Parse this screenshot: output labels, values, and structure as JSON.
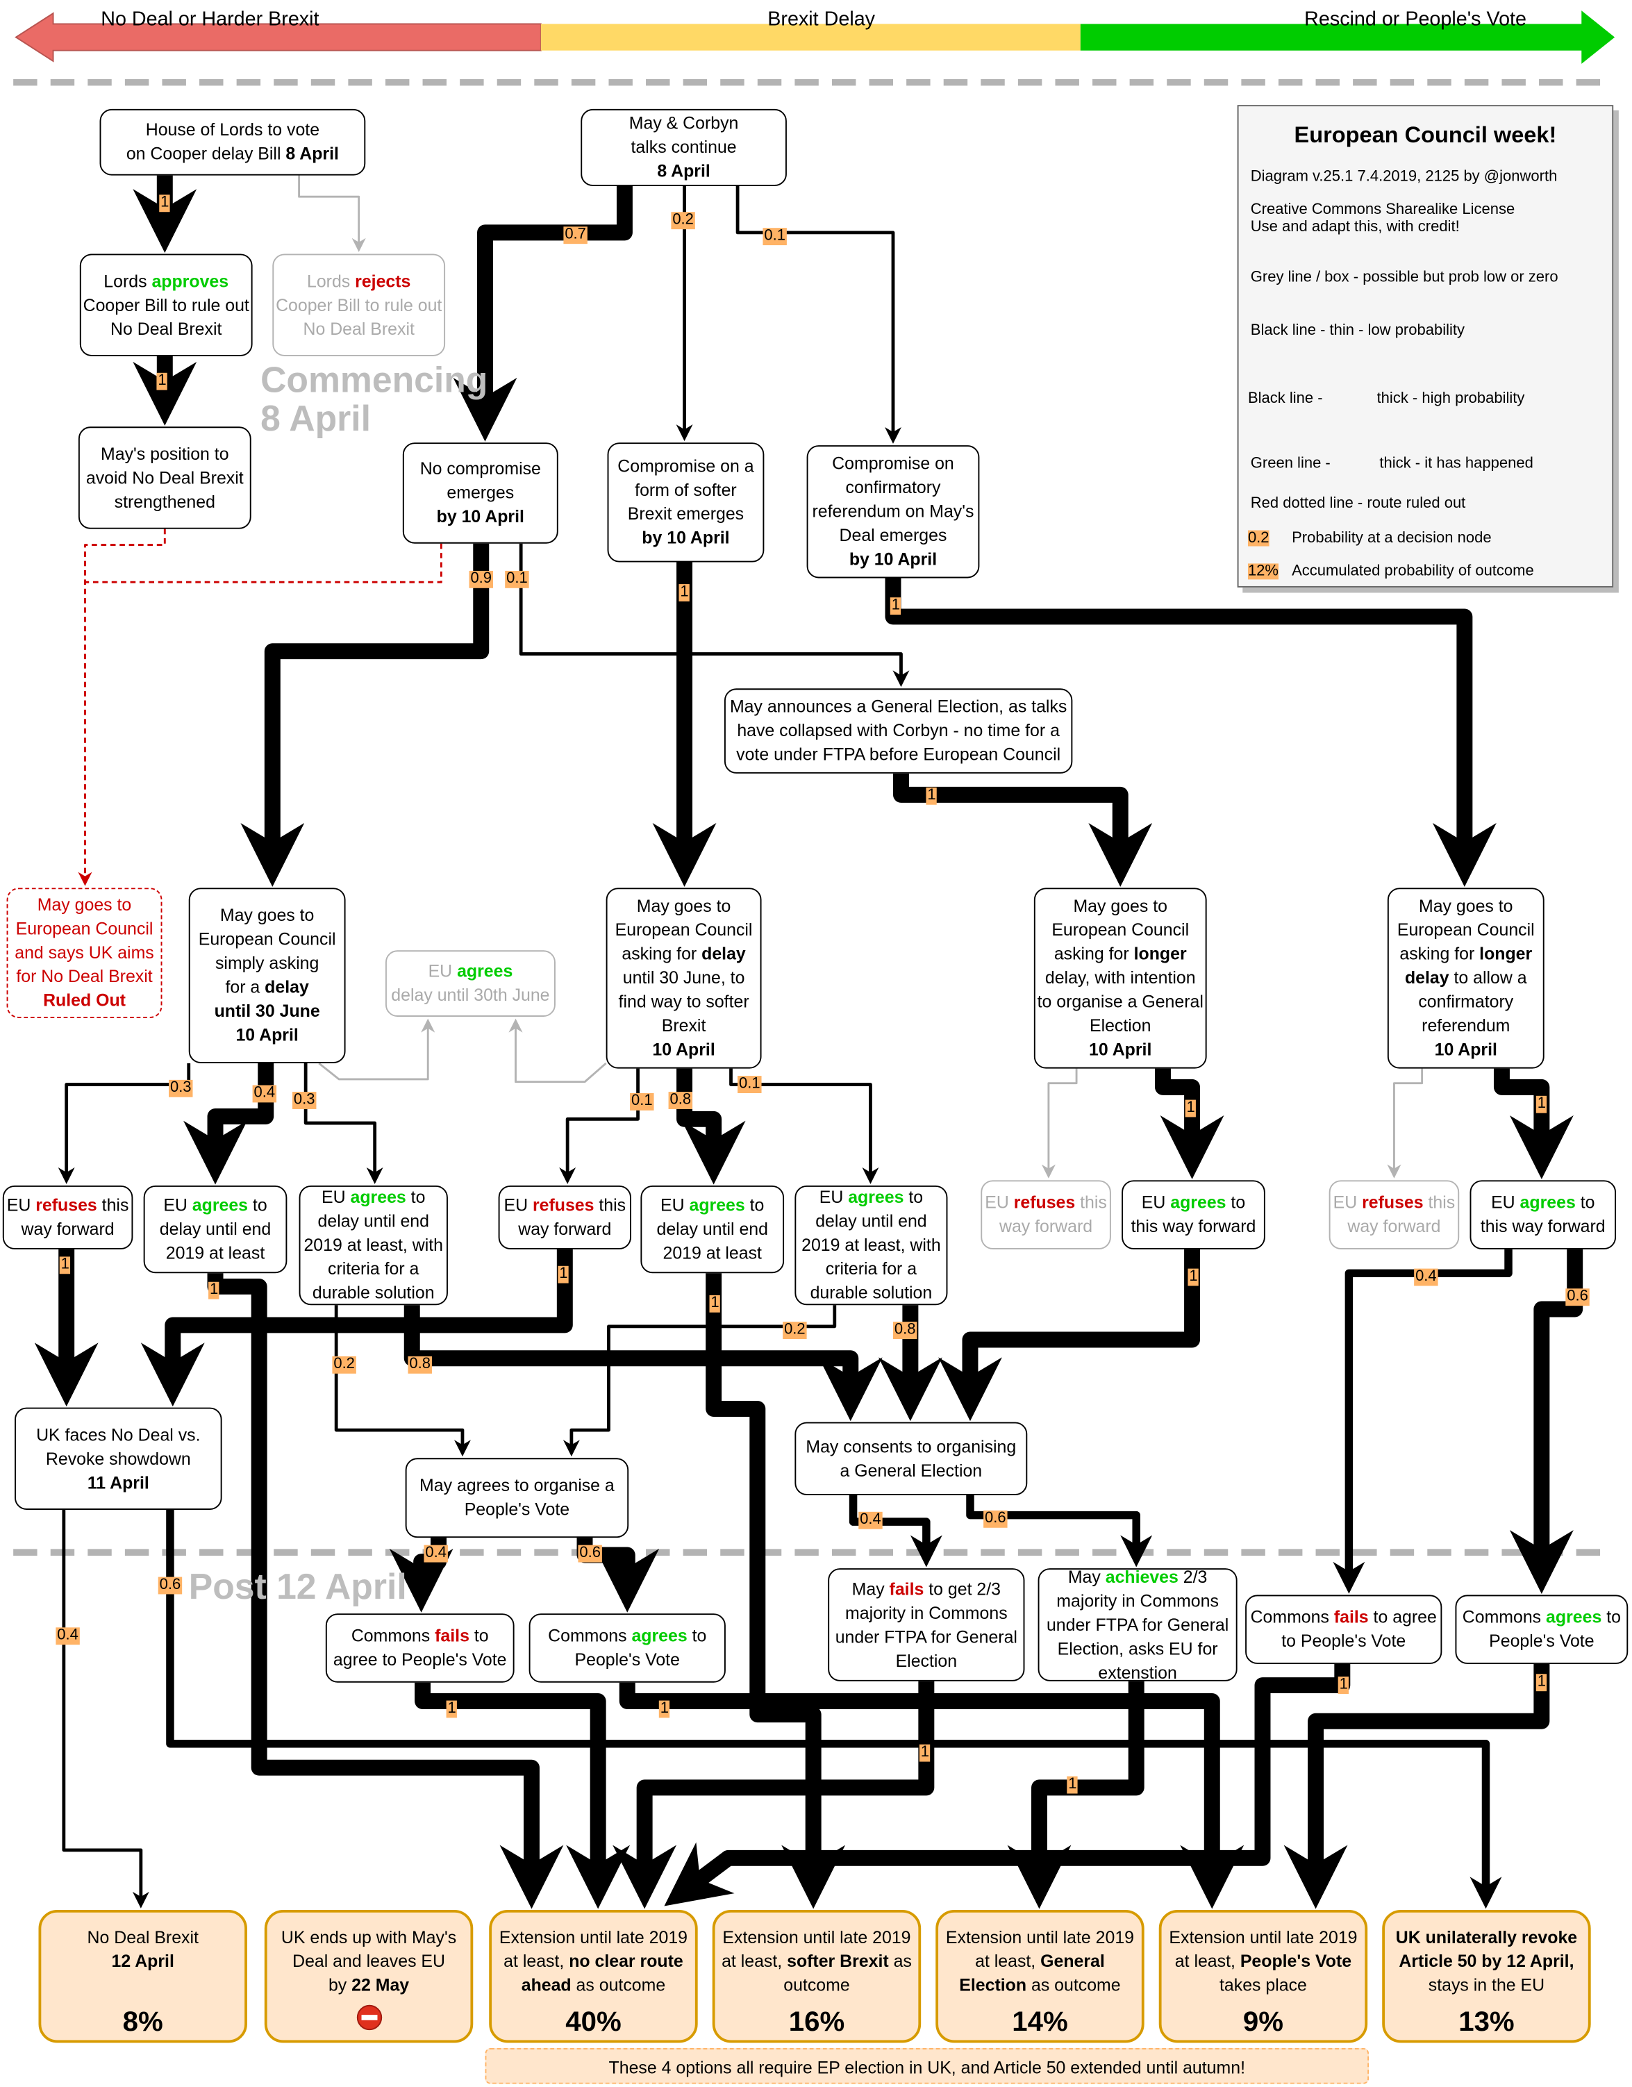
{
  "top_bar": {
    "labels": [
      "No Deal or Harder Brexit",
      "Brexit Delay",
      "Rescind or People's Vote"
    ],
    "colors": {
      "red": "#ea6b66",
      "yellow": "#ffd966",
      "green": "#00cc00"
    }
  },
  "watermarks": {
    "start": [
      "Commencing",
      "8 April"
    ],
    "post": "Post 12 April"
  },
  "legend": {
    "title": "European Council week!",
    "version": "Diagram v.25.1 7.4.2019, 2125 by @jonworth",
    "license": [
      "Creative Commons Sharealike License",
      "Use and adapt this, with credit!"
    ],
    "items": [
      "Grey line / box - possible but prob low or zero",
      "Black line - thin - low probability",
      "Black line -",
      "thick - high probability",
      "Green line -",
      "thick - it has happened",
      "Red dotted line - route ruled out"
    ],
    "prob_tag": "0.2",
    "prob_desc": "Probability at a decision node",
    "acc_tag": "12%",
    "acc_desc": "Accumulated probability of outcome"
  },
  "boxes": {
    "b1": [
      [
        [
          "House of Lords to vote",
          ""
        ]
      ],
      [
        [
          "on Cooper delay Bill ",
          ""
        ],
        [
          "8 April",
          "b"
        ]
      ]
    ],
    "b2": [
      [
        [
          "Lords ",
          ""
        ],
        [
          "approves",
          "g"
        ]
      ],
      [
        [
          "Cooper Bill to rule out",
          ""
        ]
      ],
      [
        [
          "No Deal Brexit",
          ""
        ]
      ]
    ],
    "b3": [
      [
        [
          "Lords ",
          ""
        ],
        [
          "rejects",
          "r"
        ]
      ],
      [
        [
          "Cooper Bill to rule out",
          ""
        ]
      ],
      [
        [
          "No Deal Brexit",
          ""
        ]
      ]
    ],
    "b4": [
      [
        [
          "May's position to",
          ""
        ]
      ],
      [
        [
          "avoid No Deal Brexit",
          ""
        ]
      ],
      [
        [
          "strengthened",
          ""
        ]
      ]
    ],
    "b5": [
      [
        [
          "May & Corbyn",
          ""
        ]
      ],
      [
        [
          "talks continue",
          ""
        ]
      ],
      [
        [
          "8 April",
          "b"
        ]
      ]
    ],
    "b6": [
      [
        [
          "No compromise",
          ""
        ]
      ],
      [
        [
          "emerges",
          ""
        ]
      ],
      [
        [
          "by 10 April",
          "b"
        ]
      ]
    ],
    "b7": [
      [
        [
          "Compromise on a",
          ""
        ]
      ],
      [
        [
          "form of softer",
          ""
        ]
      ],
      [
        [
          "Brexit emerges",
          ""
        ]
      ],
      [
        [
          "by 10 April",
          "b"
        ]
      ]
    ],
    "b8": [
      [
        [
          "Compromise on",
          ""
        ]
      ],
      [
        [
          "confirmatory",
          ""
        ]
      ],
      [
        [
          "referendum on May's",
          ""
        ]
      ],
      [
        [
          "Deal emerges",
          ""
        ]
      ],
      [
        [
          "by 10 April",
          "b"
        ]
      ]
    ],
    "b9": [
      [
        [
          "May announces a General Election, as talks",
          ""
        ]
      ],
      [
        [
          "have collapsed with Corbyn - no time for a",
          ""
        ]
      ],
      [
        [
          "vote under FTPA before European Council",
          ""
        ]
      ]
    ],
    "b10": [
      [
        [
          "May goes to",
          ""
        ]
      ],
      [
        [
          "European Council",
          ""
        ]
      ],
      [
        [
          "and says UK aims",
          ""
        ]
      ],
      [
        [
          "for No Deal Brexit",
          ""
        ]
      ],
      [
        [
          "Ruled Out",
          "b"
        ]
      ]
    ],
    "b11": [
      [
        [
          "May goes to",
          ""
        ]
      ],
      [
        [
          "European Council",
          ""
        ]
      ],
      [
        [
          "simply asking",
          ""
        ]
      ],
      [
        [
          "for a ",
          ""
        ],
        [
          "delay",
          "b"
        ]
      ],
      [
        [
          "until 30 June",
          "b"
        ]
      ],
      [
        [
          " ",
          ""
        ]
      ],
      [
        [
          "10 April",
          "b"
        ]
      ]
    ],
    "b12": [
      [
        [
          "EU ",
          ""
        ],
        [
          "agrees",
          "g"
        ]
      ],
      [
        [
          "delay until 30th June",
          ""
        ]
      ]
    ],
    "b13": [
      [
        [
          "May goes to",
          ""
        ]
      ],
      [
        [
          "European Council",
          ""
        ]
      ],
      [
        [
          "asking for ",
          ""
        ],
        [
          "delay",
          "b"
        ]
      ],
      [
        [
          "until 30 June",
          ""
        ],
        [
          ", to",
          ""
        ]
      ],
      [
        [
          "find way to softer",
          ""
        ]
      ],
      [
        [
          "Brexit",
          ""
        ]
      ],
      [
        [
          "10 April",
          "b"
        ]
      ]
    ],
    "b14": [
      [
        [
          "May goes to",
          ""
        ]
      ],
      [
        [
          "European Council",
          ""
        ]
      ],
      [
        [
          "asking for ",
          ""
        ],
        [
          "longer",
          "b"
        ]
      ],
      [
        [
          "delay",
          ""
        ],
        [
          ", with intention",
          ""
        ]
      ],
      [
        [
          "to organise a General",
          ""
        ]
      ],
      [
        [
          "Election",
          ""
        ]
      ],
      [
        [
          "10 April",
          "b"
        ]
      ]
    ],
    "b15": [
      [
        [
          "May goes to",
          ""
        ]
      ],
      [
        [
          "European Council",
          ""
        ]
      ],
      [
        [
          "asking for ",
          ""
        ],
        [
          "longer",
          "b"
        ]
      ],
      [
        [
          "delay",
          "b"
        ],
        [
          " to allow a",
          ""
        ]
      ],
      [
        [
          "confirmatory",
          ""
        ]
      ],
      [
        [
          "referendum",
          ""
        ]
      ],
      [
        [
          "10 April",
          "b"
        ]
      ]
    ],
    "b16": [
      [
        [
          "EU ",
          ""
        ],
        [
          "refuses",
          "r"
        ],
        [
          " this",
          ""
        ]
      ],
      [
        [
          "way forward",
          ""
        ]
      ]
    ],
    "b17": [
      [
        [
          "EU ",
          ""
        ],
        [
          "agrees",
          "g"
        ],
        [
          " to",
          ""
        ]
      ],
      [
        [
          "delay until end",
          ""
        ]
      ],
      [
        [
          "2019 at least",
          ""
        ]
      ]
    ],
    "b18": [
      [
        [
          "EU ",
          ""
        ],
        [
          "agrees",
          "g"
        ],
        [
          " to",
          ""
        ]
      ],
      [
        [
          "delay until end",
          ""
        ]
      ],
      [
        [
          "2019 at least, with",
          ""
        ]
      ],
      [
        [
          "criteria for a",
          ""
        ]
      ],
      [
        [
          "durable solution",
          ""
        ]
      ]
    ],
    "b19": [
      [
        [
          "EU ",
          ""
        ],
        [
          "refuses",
          "r"
        ],
        [
          " this",
          ""
        ]
      ],
      [
        [
          "way forward",
          ""
        ]
      ]
    ],
    "b20": [
      [
        [
          "EU ",
          ""
        ],
        [
          "agrees",
          "g"
        ],
        [
          " to",
          ""
        ]
      ],
      [
        [
          "delay until end",
          ""
        ]
      ],
      [
        [
          "2019 at least",
          ""
        ]
      ]
    ],
    "b21": [
      [
        [
          "EU ",
          ""
        ],
        [
          "agrees",
          "g"
        ],
        [
          " to",
          ""
        ]
      ],
      [
        [
          "delay until end",
          ""
        ]
      ],
      [
        [
          "2019 at least, with",
          ""
        ]
      ],
      [
        [
          "criteria for a",
          ""
        ]
      ],
      [
        [
          "durable solution",
          ""
        ]
      ]
    ],
    "b22": [
      [
        [
          "EU ",
          ""
        ],
        [
          "refuses",
          "r"
        ],
        [
          " this",
          ""
        ]
      ],
      [
        [
          "way forward",
          ""
        ]
      ]
    ],
    "b23": [
      [
        [
          "EU ",
          ""
        ],
        [
          "agrees",
          "g"
        ],
        [
          " to",
          ""
        ]
      ],
      [
        [
          "this way forward",
          ""
        ]
      ]
    ],
    "b24": [
      [
        [
          "EU ",
          ""
        ],
        [
          "refuses",
          "r"
        ],
        [
          " this",
          ""
        ]
      ],
      [
        [
          "way forward",
          ""
        ]
      ]
    ],
    "b25": [
      [
        [
          "EU ",
          ""
        ],
        [
          "agrees",
          "g"
        ],
        [
          " to",
          ""
        ]
      ],
      [
        [
          "this way forward",
          ""
        ]
      ]
    ],
    "b26": [
      [
        [
          "UK faces No Deal vs.",
          ""
        ]
      ],
      [
        [
          "Revoke showdown",
          ""
        ]
      ],
      [
        [
          "11 April",
          "b"
        ]
      ]
    ],
    "b27": [
      [
        [
          "May agrees to organise a",
          ""
        ]
      ],
      [
        [
          "People's Vote",
          ""
        ]
      ]
    ],
    "b28": [
      [
        [
          "May consents to organising",
          ""
        ]
      ],
      [
        [
          "a General Election",
          ""
        ]
      ]
    ],
    "b29": [
      [
        [
          "Commons ",
          ""
        ],
        [
          "fails",
          "r"
        ],
        [
          " to",
          ""
        ]
      ],
      [
        [
          "agree to People's Vote",
          ""
        ]
      ]
    ],
    "b30": [
      [
        [
          "Commons ",
          ""
        ],
        [
          "agrees",
          "g"
        ],
        [
          " to",
          ""
        ]
      ],
      [
        [
          "People's Vote",
          ""
        ]
      ]
    ],
    "b31": [
      [
        [
          "May ",
          ""
        ],
        [
          "fails",
          "r"
        ],
        [
          " to get 2/3",
          ""
        ]
      ],
      [
        [
          "majority in Commons",
          ""
        ]
      ],
      [
        [
          "under FTPA for General",
          ""
        ]
      ],
      [
        [
          "Election",
          ""
        ]
      ]
    ],
    "b32": [
      [
        [
          "May ",
          ""
        ],
        [
          "achieves",
          "g"
        ],
        [
          " 2/3",
          ""
        ]
      ],
      [
        [
          "majority in Commons",
          ""
        ]
      ],
      [
        [
          "under FTPA for General",
          ""
        ]
      ],
      [
        [
          "Election, asks EU for",
          ""
        ]
      ],
      [
        [
          "extenstion",
          ""
        ]
      ]
    ],
    "b33": [
      [
        [
          "Commons ",
          ""
        ],
        [
          "fails",
          "r"
        ],
        [
          " to agree",
          ""
        ]
      ],
      [
        [
          "to People's Vote",
          ""
        ]
      ]
    ],
    "b34": [
      [
        [
          "Commons ",
          ""
        ],
        [
          "agrees",
          "g"
        ],
        [
          " to",
          ""
        ]
      ],
      [
        [
          "People's Vote",
          ""
        ]
      ]
    ]
  },
  "outcomes": [
    {
      "lines": [
        [
          [
            "No Deal Brexit",
            ""
          ]
        ],
        [
          [
            "12 April",
            "b"
          ]
        ]
      ],
      "percent": "8%"
    },
    {
      "lines": [
        [
          [
            "UK ends up with May's",
            ""
          ]
        ],
        [
          [
            "Deal and leaves EU",
            ""
          ]
        ],
        [
          [
            "by ",
            ""
          ],
          [
            "22 May",
            "b"
          ]
        ]
      ],
      "percent": "",
      "icon": "no-entry-icon"
    },
    {
      "lines": [
        [
          [
            "Extension until late 2019",
            ""
          ]
        ],
        [
          [
            "at least, ",
            ""
          ],
          [
            "no clear route",
            "b"
          ]
        ],
        [
          [
            "ahead",
            "b"
          ],
          [
            " as outcome",
            ""
          ]
        ]
      ],
      "percent": "40%"
    },
    {
      "lines": [
        [
          [
            "Extension until late 2019",
            ""
          ]
        ],
        [
          [
            "at least, ",
            ""
          ],
          [
            "softer Brexit",
            "b"
          ],
          [
            " as",
            ""
          ]
        ],
        [
          [
            "outcome",
            ""
          ]
        ]
      ],
      "percent": "16%"
    },
    {
      "lines": [
        [
          [
            "Extension until late 2019",
            ""
          ]
        ],
        [
          [
            "at least, ",
            ""
          ],
          [
            "General",
            "b"
          ]
        ],
        [
          [
            "Election",
            "b"
          ],
          [
            " as outcome",
            ""
          ]
        ]
      ],
      "percent": "14%"
    },
    {
      "lines": [
        [
          [
            "Extension until late 2019",
            ""
          ]
        ],
        [
          [
            "at least, ",
            ""
          ],
          [
            "People's Vote",
            "b"
          ]
        ],
        [
          [
            "takes place",
            ""
          ]
        ]
      ],
      "percent": "9%"
    },
    {
      "lines": [
        [
          [
            "UK unilaterally revoke",
            "b"
          ]
        ],
        [
          [
            "Article 50 by 12 April,",
            "b"
          ]
        ],
        [
          [
            "stays in the EU",
            ""
          ]
        ]
      ],
      "percent": "13%"
    }
  ],
  "note": "These 4 options all require EP election in UK, and Article 50 extended until autumn!",
  "probabilities": [
    "1",
    "1",
    "0.7",
    "0.2",
    "0.1",
    "0.9",
    "0.1",
    "1",
    "1",
    "1",
    "0.3",
    "0.4",
    "0.3",
    "0.1",
    "0.8",
    "0.1",
    "1",
    "1",
    "1",
    "1",
    "1",
    "0.2",
    "0.8",
    "0.2",
    "0.8",
    "1",
    "1",
    "0.4",
    "0.6",
    "0.4",
    "0.6",
    "0.4",
    "0.6",
    "1",
    "1",
    "1",
    "1",
    "1",
    "1",
    "0.4",
    "0.6"
  ]
}
